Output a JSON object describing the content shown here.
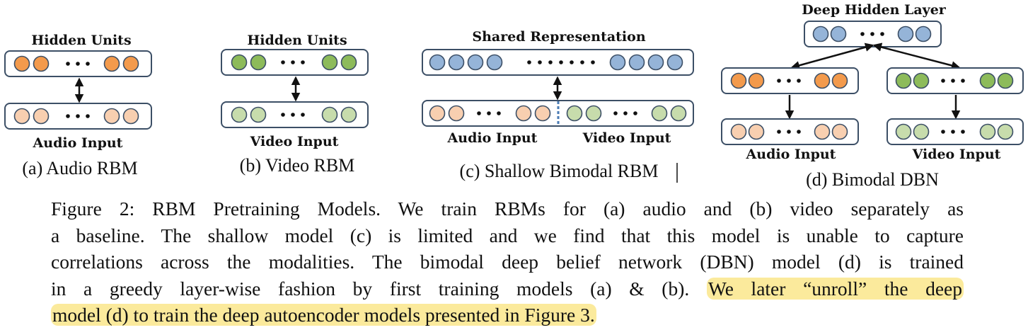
{
  "colors": {
    "audio_hidden": "#f39a4c",
    "audio_input": "#f8cfb0",
    "video_hidden": "#8dbb5a",
    "video_input": "#c7dcac",
    "shared": "#95b4d8",
    "layer_border": "#3c4f66",
    "highlight": "#fbea9c"
  },
  "panels": {
    "a": {
      "top_label": "Hidden Units",
      "bottom_label": "Audio Input",
      "subcaption": "(a) Audio RBM"
    },
    "b": {
      "top_label": "Hidden Units",
      "bottom_label": "Video Input",
      "subcaption": "(b) Video RBM"
    },
    "c": {
      "top_label": "Shared Representation",
      "bottom_left_label": "Audio Input",
      "bottom_right_label": "Video Input",
      "subcaption": "(c) Shallow Bimodal RBM"
    },
    "d": {
      "top_label": "Deep Hidden Layer",
      "bottom_left_label": "Audio Input",
      "bottom_right_label": "Video Input",
      "subcaption": "(d) Bimodal DBN"
    }
  },
  "caption": {
    "line1": "Figure 2: RBM Pretraining Models. We train RBMs for (a) audio and (b) video separately as",
    "line2": "a baseline. The shallow model (c) is limited and we find that this model is unable to capture",
    "line3": "correlations across the modalities. The bimodal deep belief network (DBN) model (d) is trained",
    "line4_plain": "in a greedy layer-wise fashion by first training models (a) & (b).",
    "line4_highlight": "We later “unroll” the deep",
    "line5_highlight": "model (d) to train the deep autoencoder models presented in Figure 3."
  }
}
